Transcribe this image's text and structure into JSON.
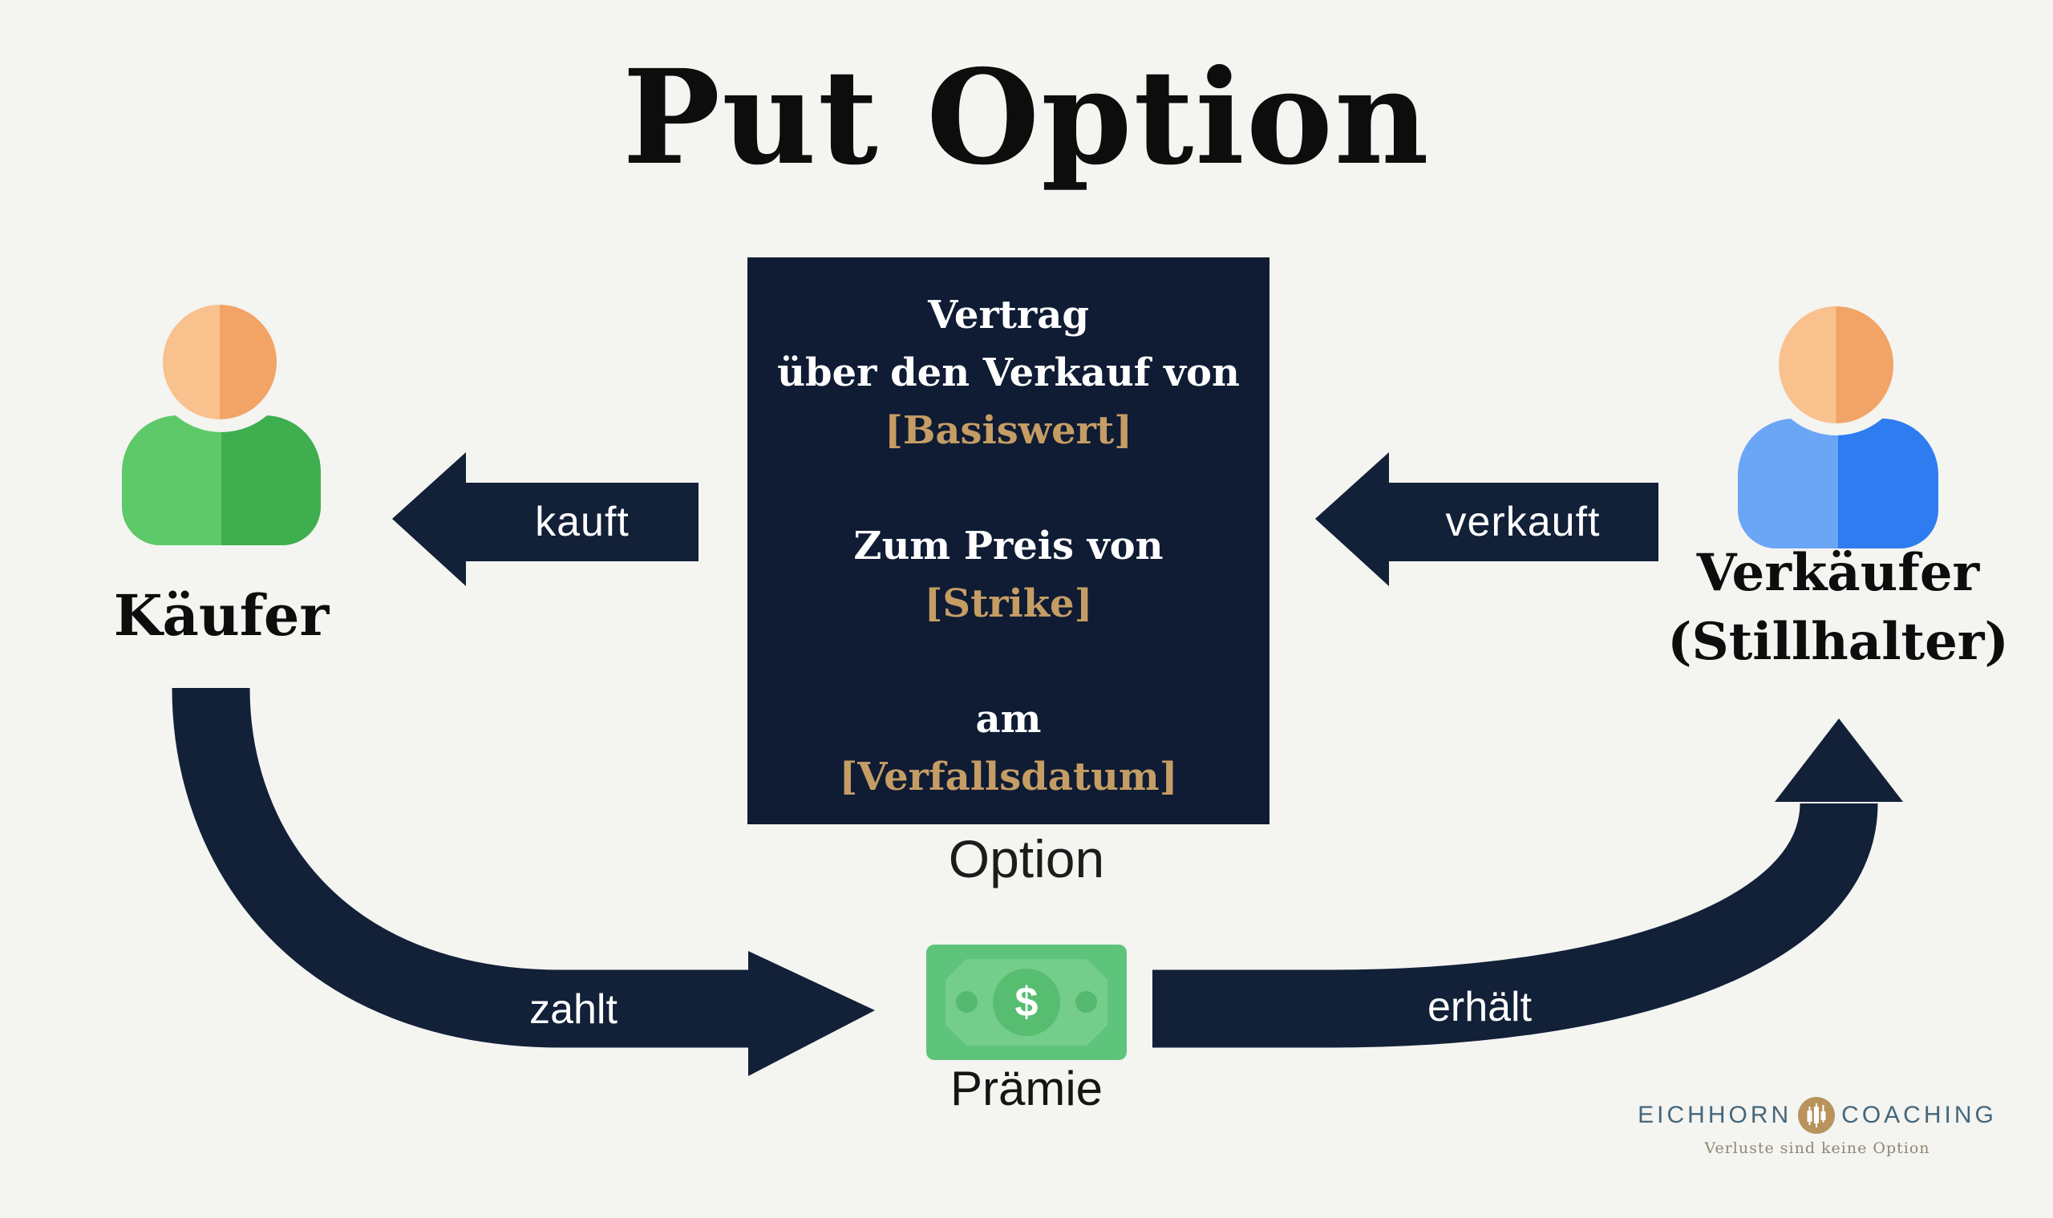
{
  "title": "Put Option",
  "buyer": {
    "label": "Käufer"
  },
  "seller": {
    "label_line1": "Verkäufer",
    "label_line2": "(Stillhalter)"
  },
  "contract": {
    "line1": "Vertrag",
    "line2": "über den Verkauf von",
    "placeholder_underlying": "[Basiswert]",
    "line3": "Zum Preis von",
    "placeholder_strike": "[Strike]",
    "line4": "am",
    "placeholder_expiry": "[Verfallsdatum]",
    "caption": "Option"
  },
  "arrows": {
    "buys": "kauft",
    "sells": "verkauft",
    "pays": "zahlt",
    "receives": "erhält"
  },
  "premium": {
    "label": "Prämie",
    "currency_symbol": "$"
  },
  "logo": {
    "brand_word1": "EICHHORN",
    "brand_word2": "COACHING",
    "tagline": "Verluste sind keine Option"
  },
  "colors": {
    "bg": "#f4f4f1",
    "navy": "#122038",
    "navy-box": "#0f1c34",
    "gold": "#c59d64",
    "skin-l": "#f9c18d",
    "skin-d": "#f1a466",
    "green-l": "#5dc968",
    "green-d": "#3fae4f",
    "blue-l": "#6aa5f6",
    "blue-d": "#2e7cf0",
    "note": "#5ec47b",
    "note-inner": "#74cd8a",
    "note-circle": "#57bd71",
    "note-dot": "#55b96f",
    "logo-gold": "#b8945c",
    "logo-slate": "#45677b",
    "logo-tag": "#8f8775"
  }
}
